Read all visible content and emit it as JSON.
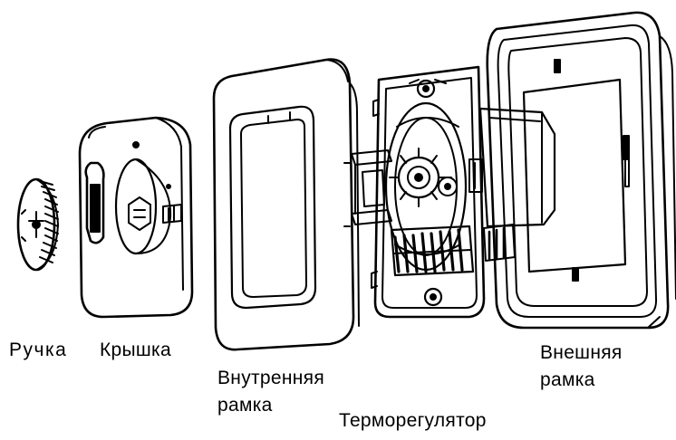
{
  "diagram": {
    "labels": {
      "knob": "Ручка",
      "cover": "Крышка",
      "inner_frame": [
        "Внутренняя",
        "рамка"
      ],
      "thermostat": "Терморегулятор",
      "outer_frame": [
        "Внешняя",
        "рамка"
      ]
    },
    "colors": {
      "ink": "#000000",
      "paper": "#ffffff"
    }
  }
}
